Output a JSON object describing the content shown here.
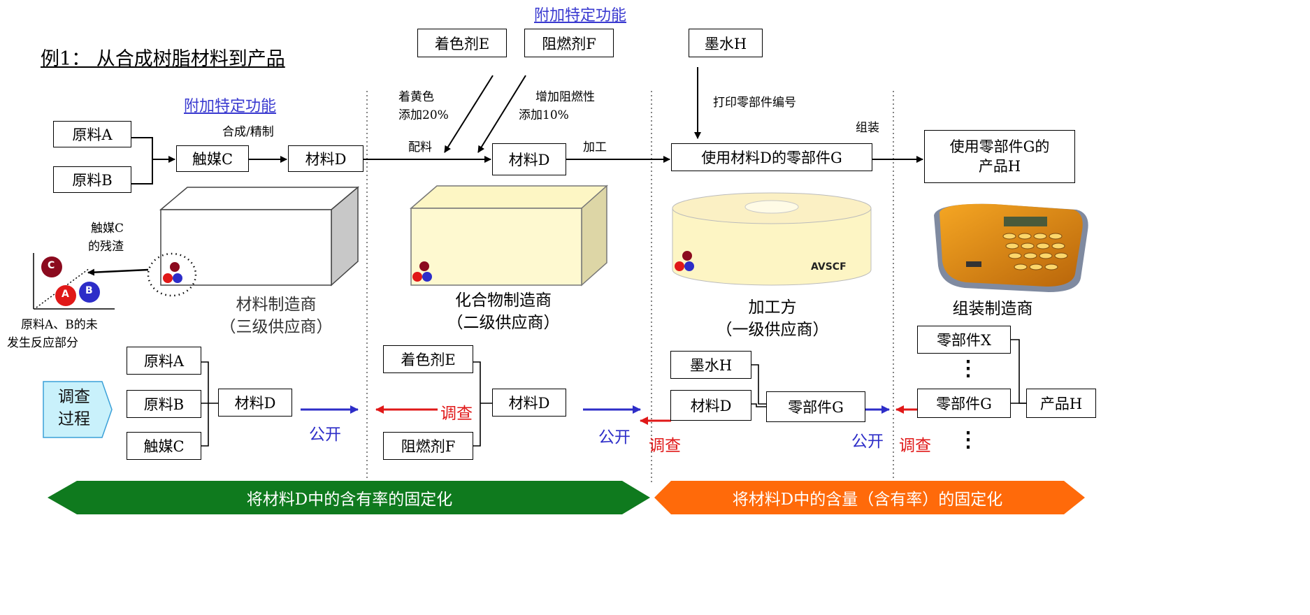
{
  "title": "例1： 从合成树脂材料到产品",
  "links": {
    "function_top": "附加特定功能",
    "function_left": "附加特定功能"
  },
  "top_boxes": {
    "colorant_e": "着色剂E",
    "retardant_f": "阻燃剂F",
    "ink_h": "墨水H"
  },
  "flow": {
    "raw_a": "原料A",
    "raw_b": "原料B",
    "catalyst_c": "触媒C",
    "material_d1": "材料D",
    "material_d2": "材料D",
    "part_g": "使用材料D的零部件G",
    "product_h_line1": "使用零部件G的",
    "product_h_line2": "产品H"
  },
  "flow_labels": {
    "synthesis": "合成/精制",
    "yellow_line1": "着黄色",
    "yellow_line2": "添加20%",
    "flame_line1": "增加阻燃性",
    "flame_line2": "添加10%",
    "blending": "配料",
    "processing": "加工",
    "print_number": "打印零部件编号",
    "assembly": "组装"
  },
  "residue": {
    "catalyst_label_line1": "触媒C",
    "catalyst_label_line2": "的残渣",
    "unreacted_line1": "原料A、B的未",
    "unreacted_line2": "发生反应部分",
    "ball_c": "C",
    "ball_a": "A",
    "ball_b": "B"
  },
  "cube_text": "AVSCF",
  "companies": {
    "material_maker_line1": "材料制造商",
    "material_maker_line2": "（三级供应商）",
    "compound_maker_line1": "化合物制造商",
    "compound_maker_line2": "（二级供应商）",
    "processor_line1": "加工方",
    "processor_line2": "（一级供应商）",
    "assembler": "组装制造商"
  },
  "investigation": {
    "badge_line1": "调查",
    "badge_line2": "过程",
    "raw_a": "原料A",
    "raw_b": "原料B",
    "catalyst_c": "触媒C",
    "material_d1": "材料D",
    "colorant_e": "着色剂E",
    "retardant_f": "阻燃剂F",
    "material_d2": "材料D",
    "ink_h": "墨水H",
    "material_d3": "材料D",
    "part_g": "零部件G",
    "part_x": "零部件X",
    "part_g2": "零部件G",
    "product_h": "产品H",
    "dots": "⋮",
    "disclose_1": "公开",
    "investigate_1": "调查",
    "disclose_2": "公开",
    "investigate_2": "调查",
    "disclose_3": "公开",
    "investigate_3": "调查"
  },
  "banners": {
    "left": "将材料D中的含有率的固定化",
    "right": "将材料D中的含量（含有率）的固定化",
    "left_color": "#0f7a1e",
    "right_color": "#ff6a0a"
  }
}
